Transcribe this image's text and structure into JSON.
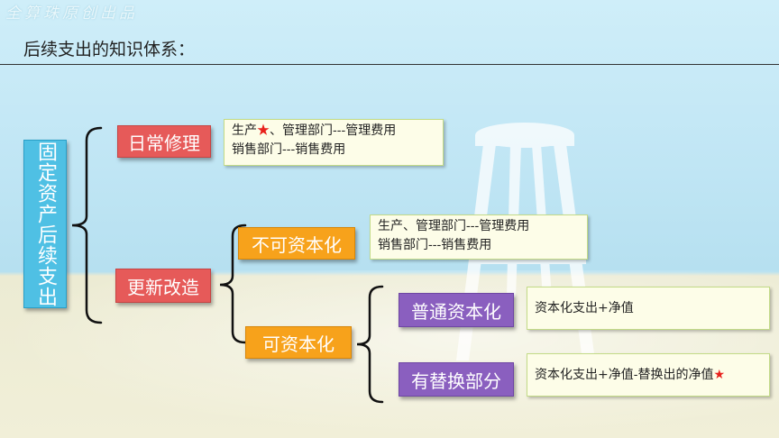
{
  "watermark": "全算珠原创出品",
  "title": "后续支出的知识体系：",
  "root": "固定资产后续支出",
  "branch_daily": {
    "label": "日常修理",
    "note_line1_a": "生产",
    "note_line1_b": "、管理部门---管理费用",
    "note_line2": "销售部门---销售费用"
  },
  "branch_update": {
    "label": "更新改造",
    "non_cap": {
      "label": "不可资本化",
      "note_line1": "生产、管理部门---管理费用",
      "note_line2": "销售部门---销售费用"
    },
    "cap": {
      "label": "可资本化",
      "normal": {
        "label": "普通资本化",
        "note": "资本化支出+净值"
      },
      "replace": {
        "label": "有替换部分",
        "note": "资本化支出+净值-替换出的净值"
      }
    }
  },
  "star": "★"
}
